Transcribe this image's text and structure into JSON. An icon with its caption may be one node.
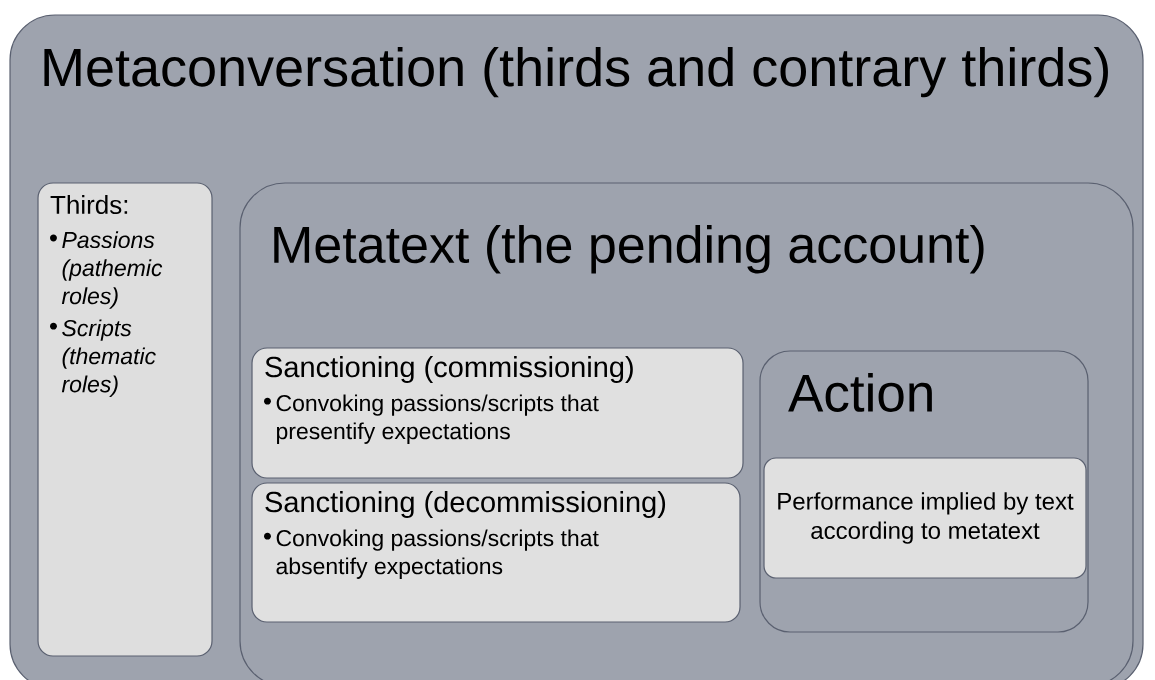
{
  "diagram": {
    "nodes": [
      {
        "text": [
          "Metaconversation (thirds and contrary thirds)"
        ]
      },
      {
        "text": [
          "Thirds:",
          "Passions (pathemic roles)",
          "Scripts (thematic roles)"
        ],
        "in": 0
      },
      {
        "text": [
          "Metatext (the pending account)"
        ],
        "in": 0
      },
      {
        "text": [
          "Sanctioning (commissioning)",
          "Convoking passions/scripts that presentify expectations"
        ],
        "in": 2
      },
      {
        "text": [
          "Sanctioning (decommissioning)",
          "Convoking passions/scripts that absentify expectations"
        ],
        "in": 2
      },
      {
        "text": [
          "Action"
        ],
        "in": 2
      },
      {
        "text": [
          "Performance implied by text according to metatext"
        ],
        "in": 5
      }
    ]
  }
}
